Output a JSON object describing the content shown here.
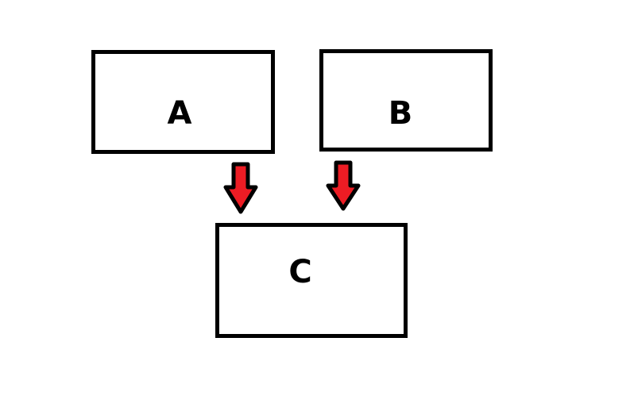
{
  "diagram": {
    "nodes": [
      {
        "id": "A",
        "label": "A"
      },
      {
        "id": "B",
        "label": "B"
      },
      {
        "id": "C",
        "label": "C"
      }
    ],
    "edges": [
      {
        "from": "A",
        "to": "C"
      },
      {
        "from": "B",
        "to": "C"
      }
    ],
    "colors": {
      "box_border": "#000000",
      "arrow_fill": "#ed1c24",
      "arrow_stroke": "#000000",
      "background": "#ffffff"
    }
  }
}
